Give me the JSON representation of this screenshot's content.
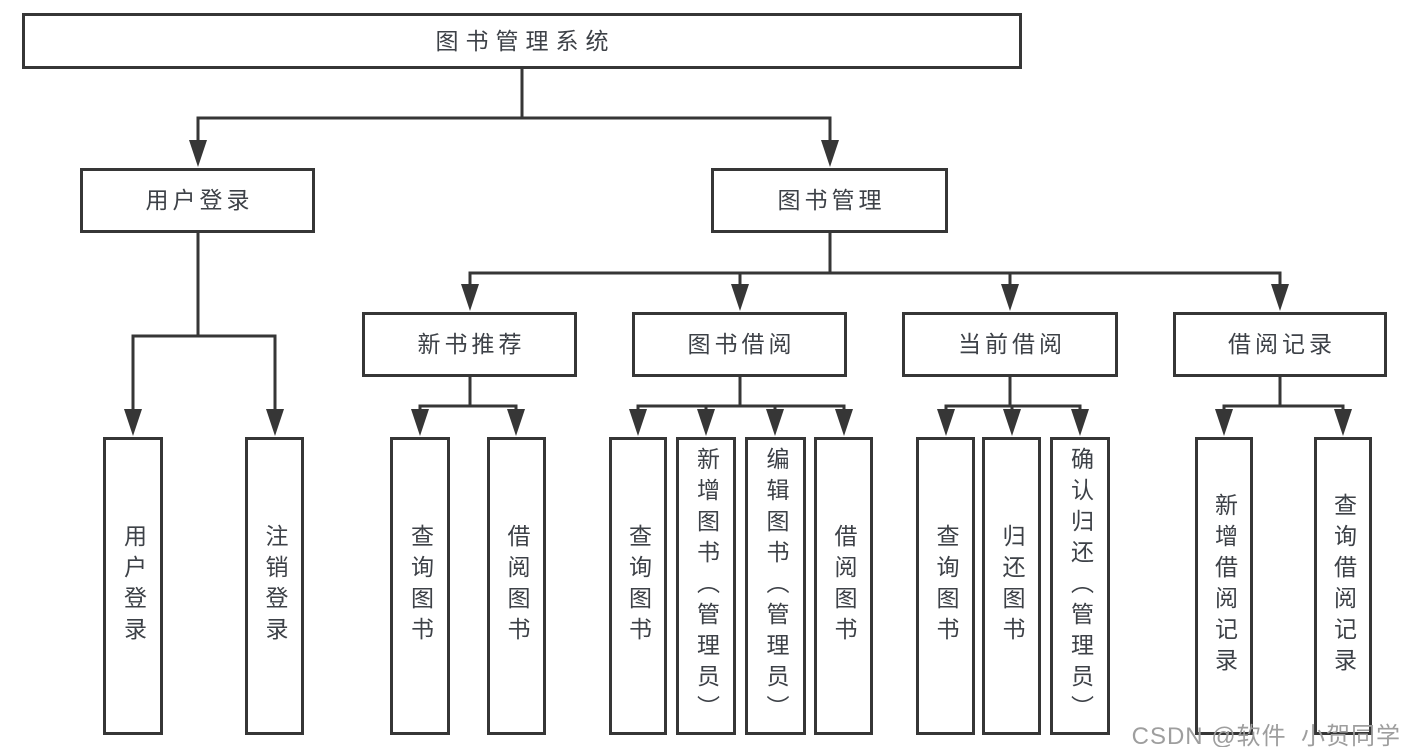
{
  "diagram": {
    "title": "图书管理系统",
    "level1": {
      "login": "用户登录",
      "manage": "图书管理"
    },
    "level2": {
      "recommend": "新书推荐",
      "borrow": "图书借阅",
      "current": "当前借阅",
      "records": "借阅记录"
    },
    "leaves": {
      "login": [
        "用户登录",
        "注销登录"
      ],
      "recommend": [
        "查询图书",
        "借阅图书"
      ],
      "borrow": [
        "查询图书",
        "新增图书（管理员）",
        "编辑图书（管理员）",
        "借阅图书"
      ],
      "current": [
        "查询图书",
        "归还图书",
        "确认归还（管理员）"
      ],
      "records": [
        "新增借阅记录",
        "查询借阅记录"
      ]
    }
  },
  "watermark": "CSDN @软件_小贺同学",
  "colors": {
    "line": "#363636",
    "text": "#3d4147",
    "watermark": "#9e9e9e"
  }
}
